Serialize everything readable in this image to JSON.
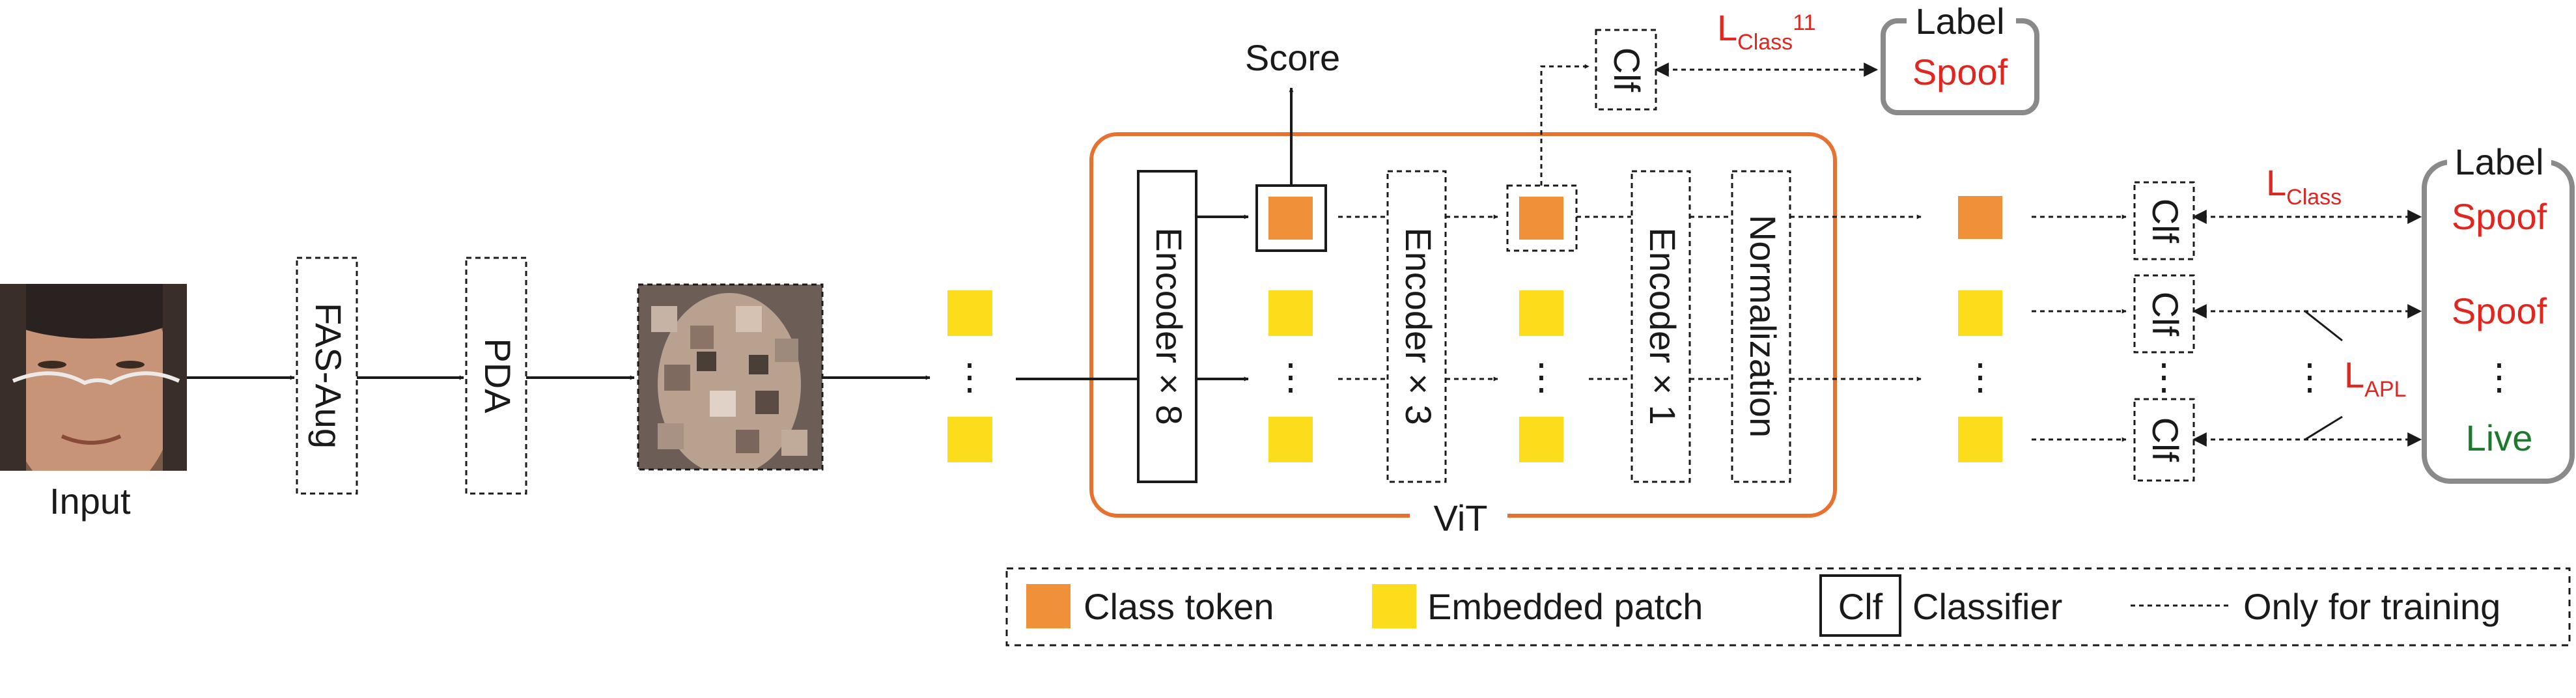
{
  "input_label": "Input",
  "fas_aug": "FAS-Aug",
  "pda": "PDA",
  "vit_label": "ViT",
  "score": "Score",
  "encoder_8": "Encoder × 8",
  "encoder_3": "Encoder × 3",
  "encoder_1": "Encoder × 1",
  "normalization": "Normalization",
  "clf": "Clf",
  "ellipsis": "⋮",
  "top_loss": {
    "main": "L",
    "sub": "Class",
    "sup": "11"
  },
  "top_label_box": {
    "title": "Label",
    "value": "Spoof"
  },
  "right_loss": {
    "main": "L",
    "sub": "Class"
  },
  "apl_loss": {
    "main": "L",
    "sub": "APL"
  },
  "right_label_box": {
    "title": "Label",
    "values": [
      "Spoof",
      "Spoof",
      "⋮",
      "Live"
    ]
  },
  "legend": {
    "class_token": "Class token",
    "embedded_patch": "Embedded patch",
    "clf_box": "Clf",
    "classifier": "Classifier",
    "training_only": "Only for training"
  },
  "colors": {
    "class_token": "#f0913a",
    "embedded_patch": "#fcdd1c",
    "vit_border": "#e8712f",
    "loss_red": "#e0261f",
    "live_green": "#1b7a2c",
    "label_box_border": "#8a8a8a"
  }
}
